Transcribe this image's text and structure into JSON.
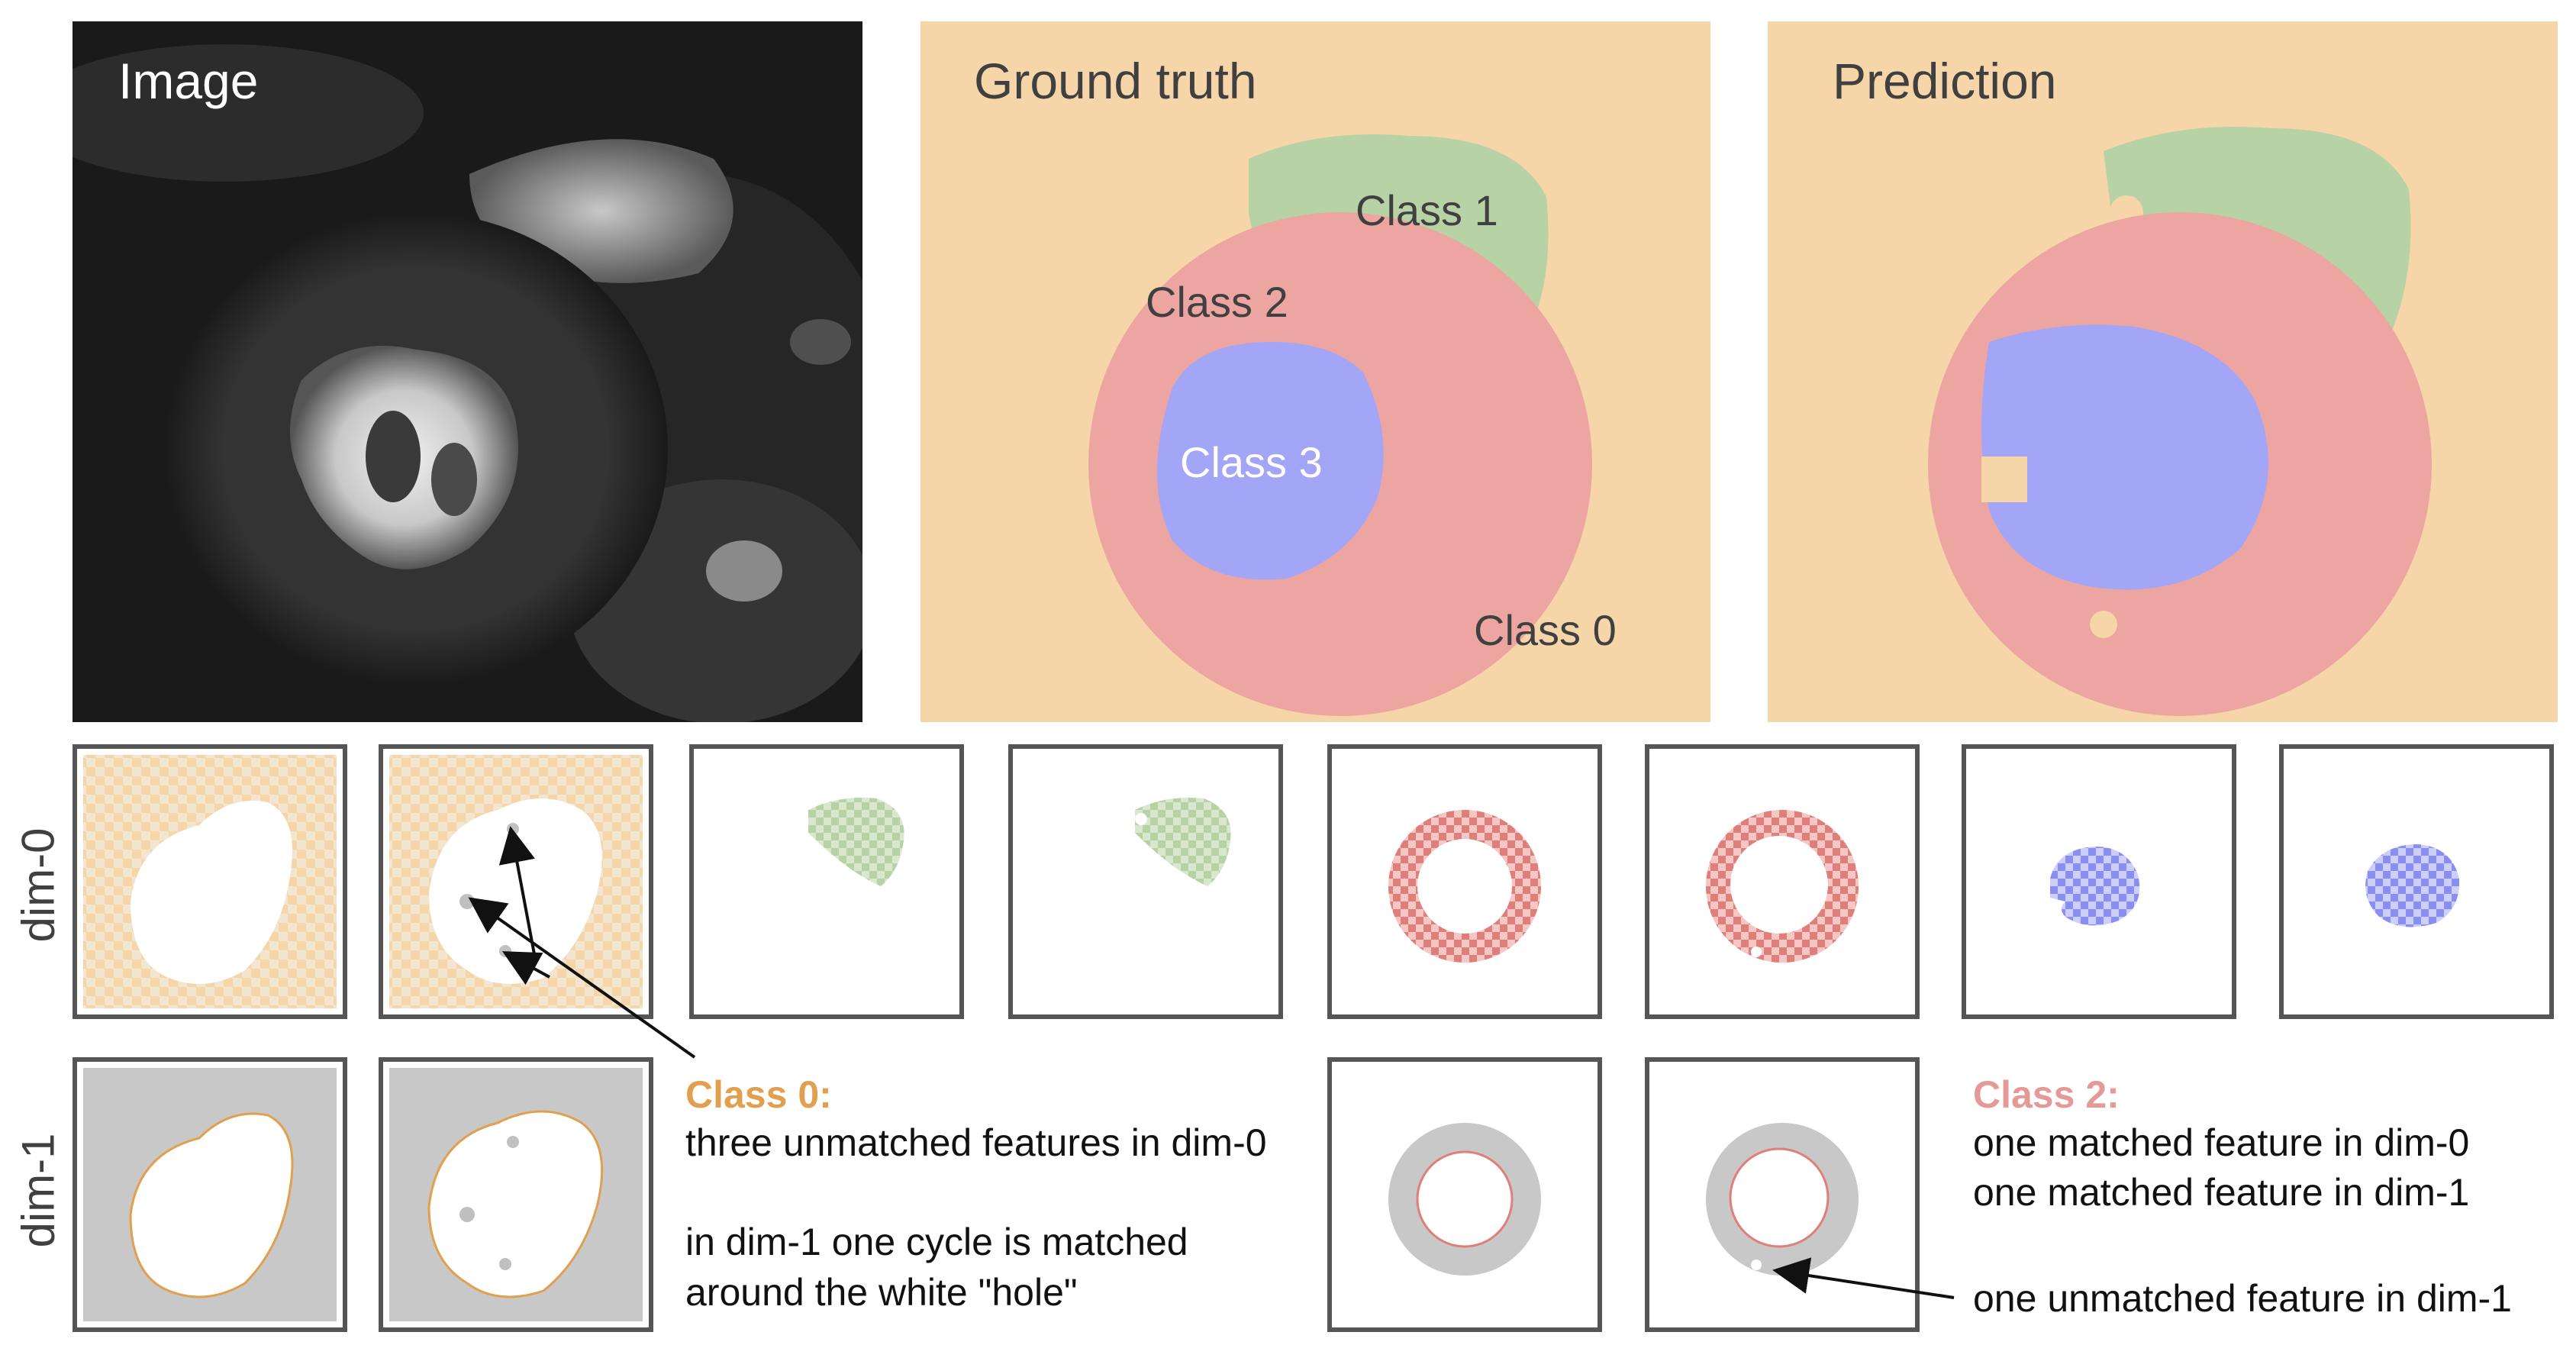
{
  "colors": {
    "class0": "#f6d5a8",
    "class1": "#b7d3a6",
    "class2": "#eca5a1",
    "class3": "#a3a6f7",
    "class0_text": "#e0a050",
    "class2_text": "#e69a98",
    "mask_gray": "#c8c8c8",
    "border": "#555555"
  },
  "top_panels": {
    "image": {
      "title": "Image"
    },
    "ground_truth": {
      "title": "Ground truth",
      "labels": {
        "class1": "Class 1",
        "class2": "Class 2",
        "class3": "Class 3",
        "class0": "Class 0"
      }
    },
    "prediction": {
      "title": "Prediction"
    }
  },
  "rows": {
    "dim0": "dim-0",
    "dim1": "dim-1"
  },
  "annotations": {
    "class0": {
      "heading": "Class 0:",
      "line1": "three unmatched features in dim-0",
      "line2": "in dim-1 one cycle is matched",
      "line3": "around the white \"hole\""
    },
    "class2": {
      "heading": "Class 2:",
      "line1": "one matched feature in dim-0",
      "line2": "one matched feature in dim-1",
      "line3": "one unmatched feature in dim-1"
    }
  }
}
